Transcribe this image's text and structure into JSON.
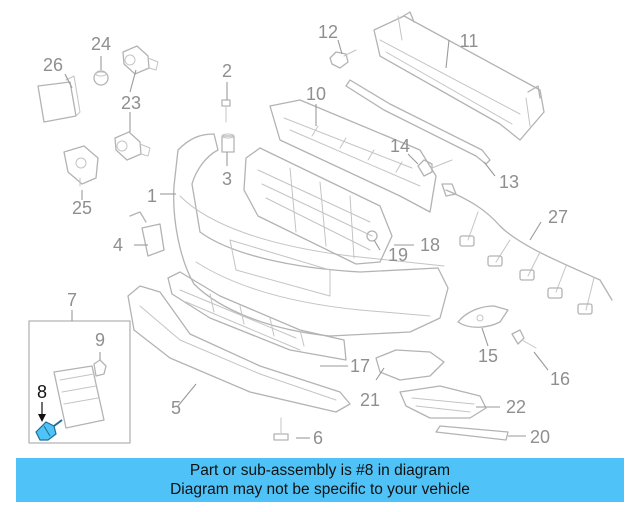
{
  "callouts": [
    "1",
    "2",
    "3",
    "4",
    "5",
    "6",
    "7",
    "8",
    "9",
    "10",
    "11",
    "12",
    "13",
    "14",
    "15",
    "16",
    "17",
    "18",
    "19",
    "20",
    "21",
    "22",
    "23",
    "24",
    "25",
    "26",
    "27"
  ],
  "highlighted_callout": "8",
  "colors": {
    "banner": "#4fc3f7",
    "highlight_part": "#4fc3f7",
    "line": "#b3b3b3"
  },
  "banner": {
    "line1": "Part or sub-assembly is #8 in diagram",
    "line2": "Diagram may not be specific to your vehicle"
  }
}
